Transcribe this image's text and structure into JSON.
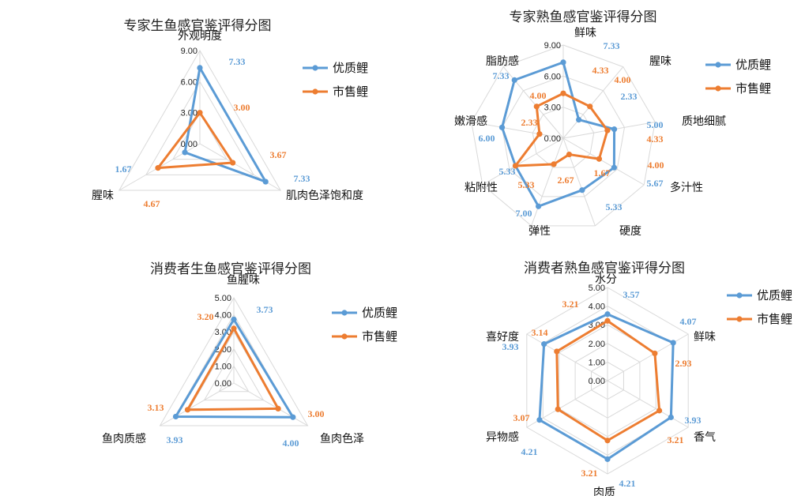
{
  "colors": {
    "premium": "#5b9bd5",
    "market": "#ed7d31",
    "grid": "#d9d9d9"
  },
  "chart_data": [
    {
      "type": "radar",
      "title": "专家生鱼感官鉴评得分图",
      "axes": [
        "外观明度",
        "肌肉色泽饱和度",
        "腥味"
      ],
      "ticks": [
        "0.00",
        "3.00",
        "6.00",
        "9.00"
      ],
      "rlim": [
        0,
        9
      ],
      "legend": "right",
      "series": [
        {
          "name": "优质鲤",
          "values": [
            7.33,
            7.33,
            1.67
          ],
          "labels": [
            "7.33",
            "7.33",
            "1.67"
          ]
        },
        {
          "name": "市售鲤",
          "values": [
            3.0,
            3.67,
            4.67
          ],
          "labels": [
            "3.00",
            "3.67",
            "4.67"
          ]
        }
      ]
    },
    {
      "type": "radar",
      "title": "专家熟鱼感官鉴评得分图",
      "axes": [
        "鲜味",
        "腥味",
        "质地细腻",
        "多汁性",
        "硬度",
        "弹性",
        "粘附性",
        "嫩滑感",
        "脂肪感"
      ],
      "ticks": [
        "0.00",
        "3.00",
        "6.00",
        "9.00"
      ],
      "rlim": [
        0,
        9
      ],
      "legend": "right",
      "series": [
        {
          "name": "优质鲤",
          "values": [
            7.33,
            2.33,
            5.0,
            5.67,
            5.33,
            7.0,
            5.33,
            6.0,
            7.33
          ],
          "labels": [
            "7.33",
            "2.33",
            "5.00",
            "5.67",
            "5.33",
            "7.00",
            "5.33",
            "6.00",
            "7.33"
          ]
        },
        {
          "name": "市售鲤",
          "values": [
            4.33,
            4.0,
            4.33,
            4.0,
            1.67,
            2.67,
            5.33,
            2.33,
            4.0
          ],
          "labels": [
            "4.33",
            "4.00",
            "4.33",
            "4.00",
            "1.67",
            "2.67",
            "5.33",
            "2.33",
            "4.00"
          ]
        }
      ]
    },
    {
      "type": "radar",
      "title": "消费者生鱼感官鉴评得分图",
      "axes": [
        "鱼腥味",
        "鱼肉色泽",
        "鱼肉质感"
      ],
      "ticks": [
        "0.00",
        "1.00",
        "2.00",
        "3.00",
        "4.00",
        "5.00"
      ],
      "rlim": [
        0,
        5
      ],
      "legend": "right",
      "series": [
        {
          "name": "优质鲤",
          "values": [
            3.73,
            4.0,
            3.93
          ],
          "labels": [
            "3.73",
            "4.00",
            "3.93"
          ]
        },
        {
          "name": "市售鲤",
          "values": [
            3.2,
            3.0,
            3.13
          ],
          "labels": [
            "3.20",
            "3.00",
            "3.13"
          ]
        }
      ]
    },
    {
      "type": "radar",
      "title": "消费者熟鱼感官鉴评得分图",
      "axes": [
        "水分",
        "鲜味",
        "香气",
        "肉质",
        "异物感",
        "喜好度"
      ],
      "ticks": [
        "0.00",
        "1.00",
        "2.00",
        "3.00",
        "4.00",
        "5.00"
      ],
      "rlim": [
        0,
        5
      ],
      "legend": "right",
      "series": [
        {
          "name": "优质鲤",
          "values": [
            3.57,
            4.07,
            3.93,
            4.21,
            4.21,
            3.93
          ],
          "labels": [
            "3.57",
            "4.07",
            "3.93",
            "4.21",
            "4.21",
            "3.93"
          ]
        },
        {
          "name": "市售鲤",
          "values": [
            3.21,
            2.93,
            3.21,
            3.21,
            3.07,
            3.14
          ],
          "labels": [
            "3.21",
            "2.93",
            "3.21",
            "3.21",
            "3.07",
            "3.14"
          ]
        }
      ]
    }
  ]
}
